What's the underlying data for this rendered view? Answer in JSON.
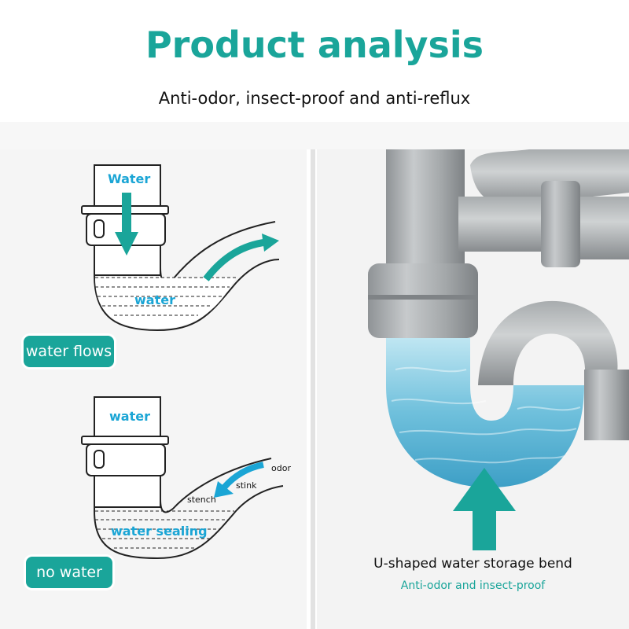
{
  "header": {
    "title": "Product analysis",
    "subtitle": "Anti-odor, insect-proof and anti-reflux"
  },
  "diagram_top": {
    "pipe_label": "Water",
    "trap_label": "water",
    "pill_label": "water flows"
  },
  "diagram_bottom": {
    "pipe_label": "water",
    "seal_label": "water sealing",
    "odor_label": "odor",
    "stink_label": "stink",
    "stench_label": "stench",
    "pill_label": "no water"
  },
  "photo": {
    "caption": "U-shaped water storage bend",
    "subcaption": "Anti-odor and insect-proof"
  },
  "colors": {
    "accent": "#1aa59a",
    "diagram_text": "#1aa5d5",
    "pipe_gray": "#a9adb0",
    "water_blue": "#5ab8d8"
  }
}
